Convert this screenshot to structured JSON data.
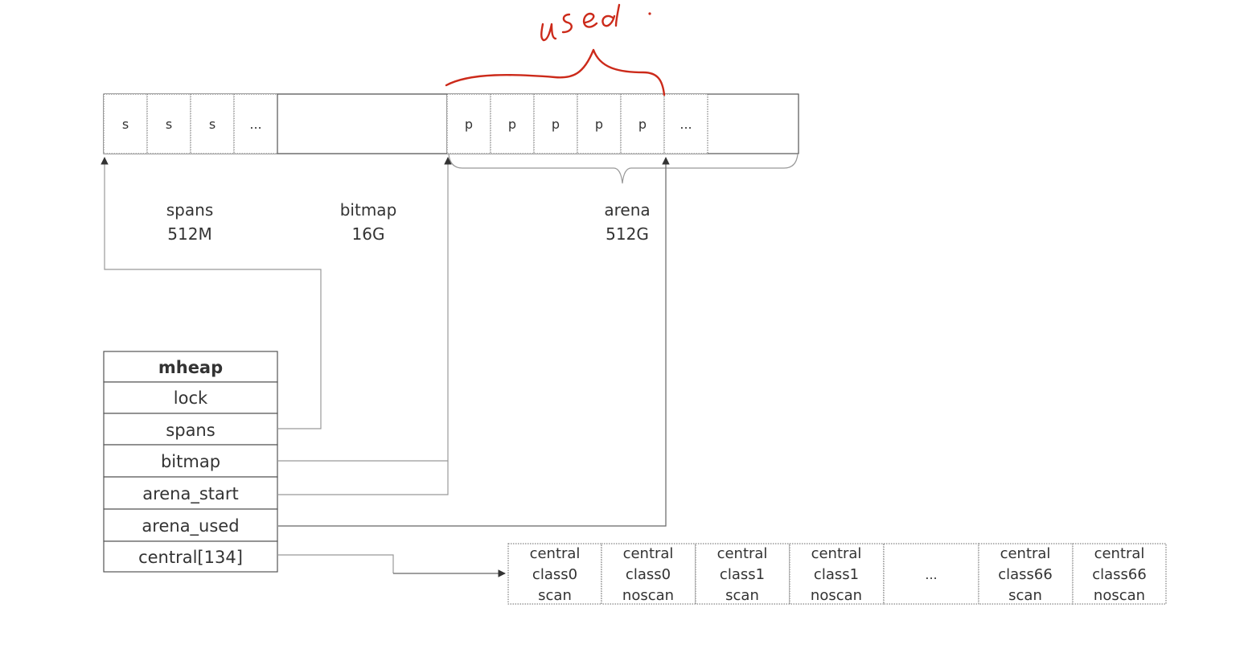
{
  "memory_strip": {
    "span_cells": [
      "s",
      "s",
      "s",
      "..."
    ],
    "page_cells": [
      "p",
      "p",
      "p",
      "p",
      "p",
      "..."
    ]
  },
  "regions": {
    "spans": {
      "name": "spans",
      "size": "512M"
    },
    "bitmap": {
      "name": "bitmap",
      "size": "16G"
    },
    "arena": {
      "name": "arena",
      "size": "512G"
    }
  },
  "mheap": {
    "title": "mheap",
    "fields": [
      "lock",
      "spans",
      "bitmap",
      "arena_start",
      "arena_used",
      "central[134]"
    ]
  },
  "central_cells": [
    {
      "line1": "central",
      "line2": "class0",
      "line3": "scan"
    },
    {
      "line1": "central",
      "line2": "class0",
      "line3": "noscan"
    },
    {
      "line1": "central",
      "line2": "class1",
      "line3": "scan"
    },
    {
      "line1": "central",
      "line2": "class1",
      "line3": "noscan"
    },
    {
      "line1": "",
      "line2": "...",
      "line3": ""
    },
    {
      "line1": "central",
      "line2": "class66",
      "line3": "scan"
    },
    {
      "line1": "central",
      "line2": "class66",
      "line3": "noscan"
    }
  ],
  "annotation": {
    "text": "used",
    "color": "#cc2a1a"
  }
}
